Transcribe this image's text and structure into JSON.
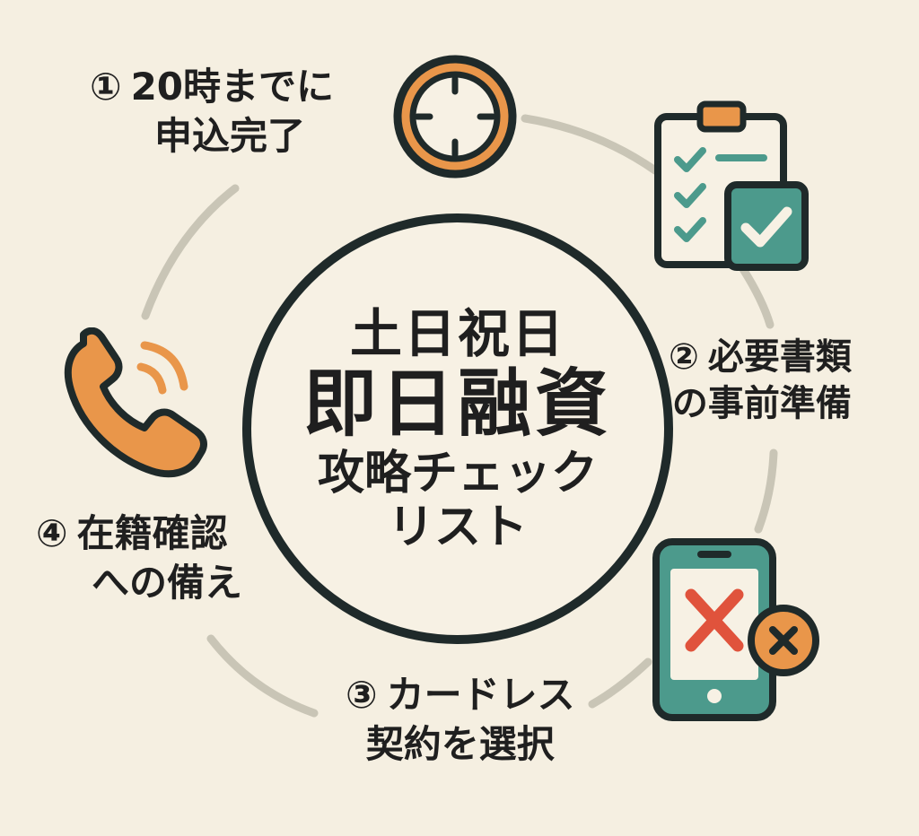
{
  "center": {
    "line1": "土日祝日",
    "line2": "即日融資",
    "line3": "攻略チェック",
    "line4": "リスト"
  },
  "steps": [
    {
      "num": "①",
      "line1": "20時までに",
      "line2": "申込完了",
      "icon": "clock-icon"
    },
    {
      "num": "②",
      "line1": "必要書類",
      "line2": "の事前準備",
      "icon": "clipboard-checklist-icon"
    },
    {
      "num": "③",
      "line1": "カードレス",
      "line2": "契約を選択",
      "icon": "smartphone-card-cancel-icon"
    },
    {
      "num": "④",
      "line1": "在籍確認",
      "line2": "への備え",
      "icon": "phone-call-icon"
    }
  ],
  "colors": {
    "background": "#f5efe1",
    "orange": "#e9964a",
    "teal": "#4c9a8c",
    "red": "#e0533c",
    "dark": "#1f2a2a",
    "ring": "#c9c5b6"
  }
}
